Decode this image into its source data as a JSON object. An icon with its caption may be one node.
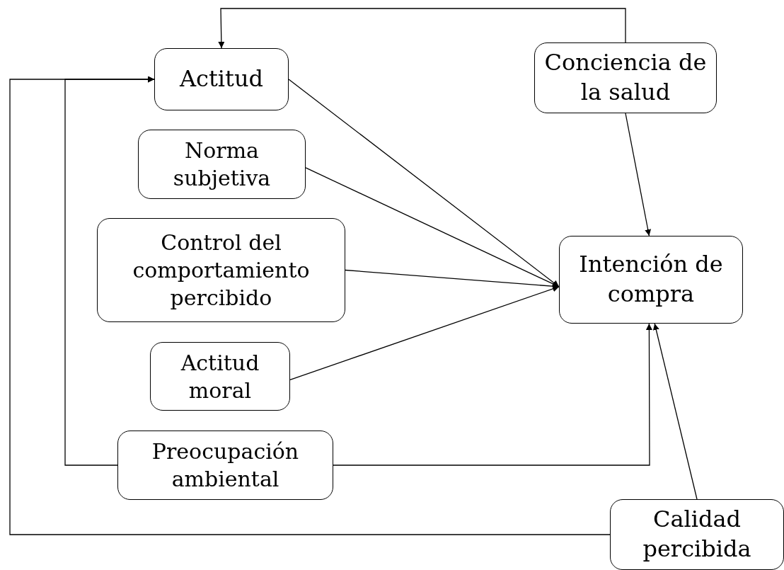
{
  "diagram": {
    "nodes": [
      {
        "text": [
          "Actitud"
        ]
      },
      {
        "text": [
          "Conciencia de la salud"
        ]
      },
      {
        "text": [
          "Norma subjetiva"
        ]
      },
      {
        "text": [
          "Control del comportamiento percibido"
        ]
      },
      {
        "text": [
          "Intención de compra"
        ]
      },
      {
        "text": [
          "Actitud moral"
        ]
      },
      {
        "text": [
          "Preocupación ambiental"
        ]
      },
      {
        "text": [
          "Calidad percibida"
        ]
      }
    ],
    "edges": [
      {
        "from": 1,
        "to": 0,
        "arrow": "to"
      },
      {
        "from": 0,
        "to": 4,
        "arrow": "to"
      },
      {
        "from": 2,
        "to": 4,
        "arrow": "to"
      },
      {
        "from": 3,
        "to": 4,
        "arrow": "to"
      },
      {
        "from": 5,
        "to": 4,
        "arrow": "to"
      },
      {
        "from": 1,
        "to": 4,
        "arrow": "to"
      },
      {
        "from": 6,
        "to": 0,
        "arrow": "to"
      },
      {
        "from": 6,
        "to": 4,
        "arrow": "to"
      },
      {
        "from": 7,
        "to": 4,
        "arrow": "to"
      },
      {
        "from": 7,
        "to": 0,
        "arrow": "to"
      }
    ]
  }
}
